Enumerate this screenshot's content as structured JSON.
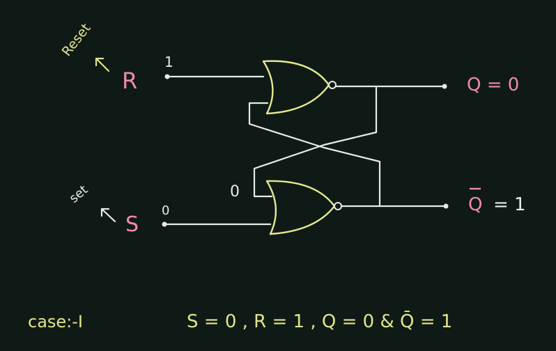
{
  "diagram": {
    "reset_word": "Reset",
    "set_word": "set",
    "r_label": "R",
    "s_label": "S",
    "r_value": "1",
    "s_value": "0",
    "feedback_value": "0",
    "q_label": "Q = 0",
    "qbar_letter": "Q",
    "qbar_value": "= 1",
    "case_label": "case:-I",
    "case_equation": "S = 0 , R = 1 , Q = 0 & Q̄ = 1"
  },
  "colors": {
    "background": "#0f1a16",
    "wire": "#e8ece6",
    "gate": "#e6e890",
    "label_yellow": "#e2e58a",
    "label_pink": "#f08aa8"
  }
}
